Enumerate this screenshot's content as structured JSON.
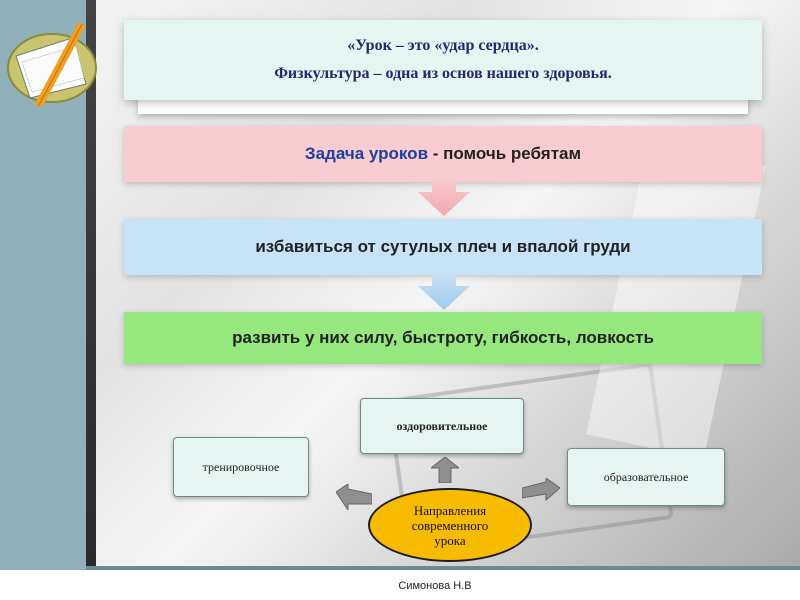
{
  "slide": {
    "quote_line1": "«Урок – это «удар сердца».",
    "quote_line2": "Физкультура – одна из основ нашего здоровья.",
    "task_accent": "Задача уроков",
    "task_rest": " - помочь ребятам",
    "step2": "избавиться от сутулых плеч и впалой груди",
    "step3": "развить у них силу, быстроту, гибкость, ловкость"
  },
  "directions": {
    "center_line1": "Направления",
    "center_line2": "современного",
    "center_line3": "урока",
    "top": "оздоровительное",
    "left": "тренировочное",
    "right": "образовательное"
  },
  "footer": {
    "author": "Симонова Н.В"
  },
  "colors": {
    "accent_text": "#2040a0",
    "title_text": "#1e2a6e",
    "pink_box": "#f8ccd0",
    "blue_box": "#c8e2f6",
    "green_box": "#96e87e",
    "center_ellipse": "#f7bb00"
  },
  "icons": {
    "logo": "pencil-paper-icon",
    "down_arrows": "arrow-down-icon",
    "direction_arrows": "arrow-icon"
  }
}
